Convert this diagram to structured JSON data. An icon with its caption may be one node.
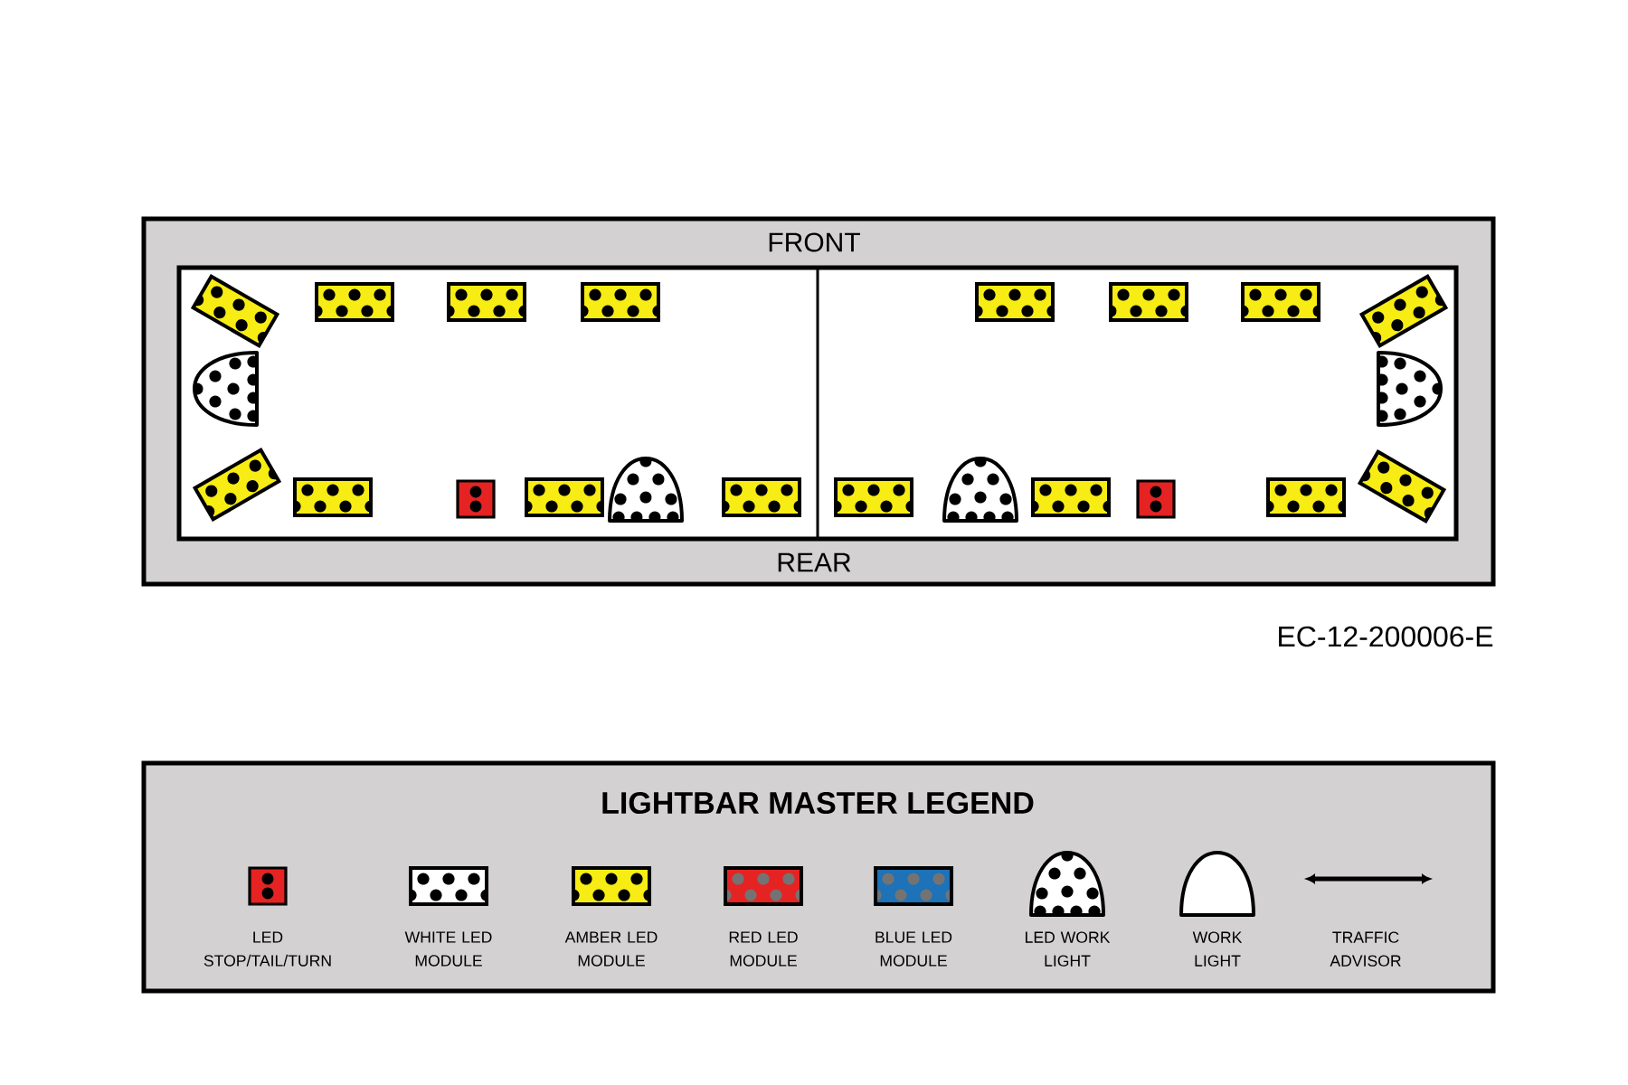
{
  "diagram": {
    "nodes": [
      {
        "text": [
          "FRONT",
          "REAR"
        ]
      },
      {
        "text": [
          "LIGHTBAR MASTER LEGEND"
        ]
      }
    ],
    "edges": [],
    "labels": [
      "EC-12-200006-E"
    ],
    "legend": [
      {
        "text": "LED STOP/TAIL/TURN",
        "color": "#e52323"
      },
      {
        "text": "WHITE LED MODULE",
        "color": "#ffffff"
      },
      {
        "text": "AMBER LED MODULE",
        "color": "#f7ec13"
      },
      {
        "text": "RED LED MODULE",
        "color": "#e52323"
      },
      {
        "text": "BLUE LED MODULE",
        "color": "#1d72b8"
      },
      {
        "text": "LED WORK LIGHT"
      },
      {
        "text": "WORK LIGHT"
      },
      {
        "text": "TRAFFIC ADVISOR"
      }
    ]
  }
}
